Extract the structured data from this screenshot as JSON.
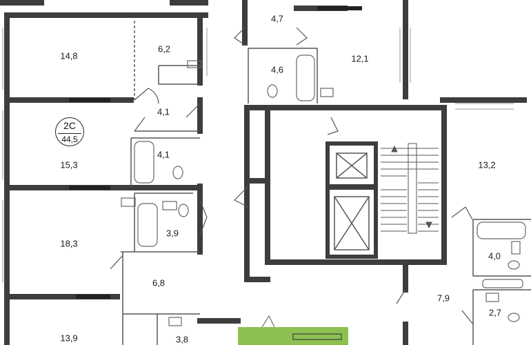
{
  "colors": {
    "wall": "#3d3d3d",
    "thin_line": "#555555",
    "highlight": "#8cc152",
    "background": "#ffffff"
  },
  "apartment_badge": {
    "code": "2С",
    "area": "44,5"
  },
  "rooms": [
    {
      "id": "living-14-8",
      "area": "14,8"
    },
    {
      "id": "kitchen-6-2",
      "area": "6,2"
    },
    {
      "id": "hall-4-1",
      "area": "4,1"
    },
    {
      "id": "bath-4-1",
      "area": "4,1"
    },
    {
      "id": "bedroom-15-3",
      "area": "15,3"
    },
    {
      "id": "bath-3-9",
      "area": "3,9"
    },
    {
      "id": "living-18-3",
      "area": "18,3"
    },
    {
      "id": "hall-6-8",
      "area": "6,8"
    },
    {
      "id": "living-13-9",
      "area": "13,9"
    },
    {
      "id": "bath-3-8",
      "area": "3,8"
    },
    {
      "id": "hall-4-7",
      "area": "4,7"
    },
    {
      "id": "bath-4-6",
      "area": "4,6"
    },
    {
      "id": "room-12-1",
      "area": "12,1"
    },
    {
      "id": "room-13-2",
      "area": "13,2"
    },
    {
      "id": "bath-4-0",
      "area": "4,0"
    },
    {
      "id": "hall-7-9",
      "area": "7,9"
    },
    {
      "id": "wc-2-7",
      "area": "2,7"
    }
  ]
}
